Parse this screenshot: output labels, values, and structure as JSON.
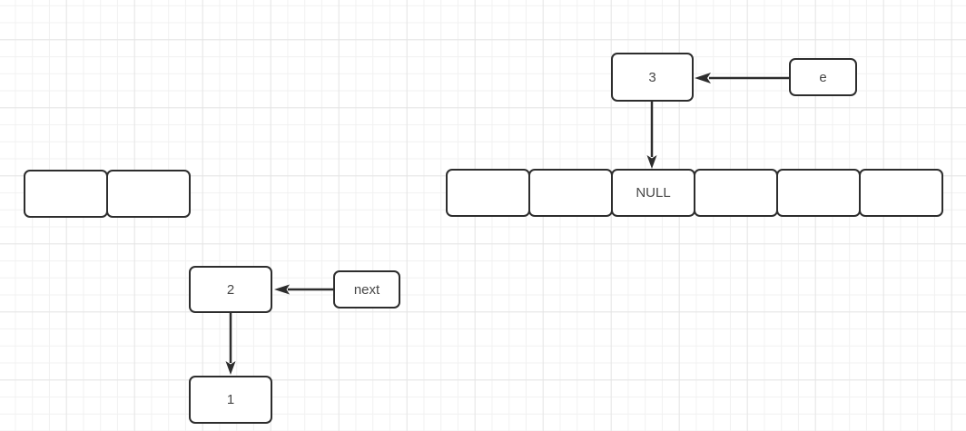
{
  "colors": {
    "background": "#ffffff",
    "grid_minor": "#f1f1f1",
    "grid_major": "#e5e5e5",
    "shape_stroke": "#2d2d2d",
    "shape_fill": "#ffffff",
    "text": "#474747"
  },
  "nodes": {
    "node3": {
      "label": "3"
    },
    "pointer_e": {
      "label": "e"
    },
    "node2": {
      "label": "2"
    },
    "pointer_next": {
      "label": "next"
    },
    "node1": {
      "label": "1"
    }
  },
  "arrays": {
    "left_row": {
      "cells": [
        "",
        ""
      ]
    },
    "right_row": {
      "cells": [
        "",
        "",
        "NULL",
        "",
        "",
        ""
      ]
    }
  },
  "edges": [
    {
      "id": "e-to-3",
      "from": "pointer_e",
      "to": "node3",
      "direction": "left"
    },
    {
      "id": "3-to-null",
      "from": "node3",
      "to": "right_row_cell_null",
      "direction": "down"
    },
    {
      "id": "next-to-2",
      "from": "pointer_next",
      "to": "node2",
      "direction": "left"
    },
    {
      "id": "2-to-1",
      "from": "node2",
      "to": "node1",
      "direction": "down"
    }
  ]
}
